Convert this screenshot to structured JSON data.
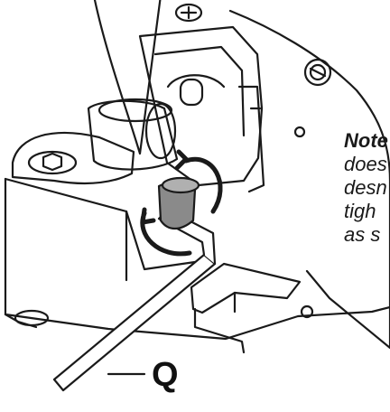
{
  "note": {
    "title": "Note",
    "lines": [
      "does",
      "desn",
      "tigh",
      "as s"
    ]
  },
  "callout": {
    "label": "Q"
  },
  "colors": {
    "ink": "#1a1a1a",
    "hardware_gray": "#8a8a8a",
    "shadow_gray": "#c8c8c8",
    "background": "#ffffff"
  },
  "icons": {
    "rotation_arrows": "tighten-rotation-icon",
    "tool": "hex-key-icon"
  }
}
